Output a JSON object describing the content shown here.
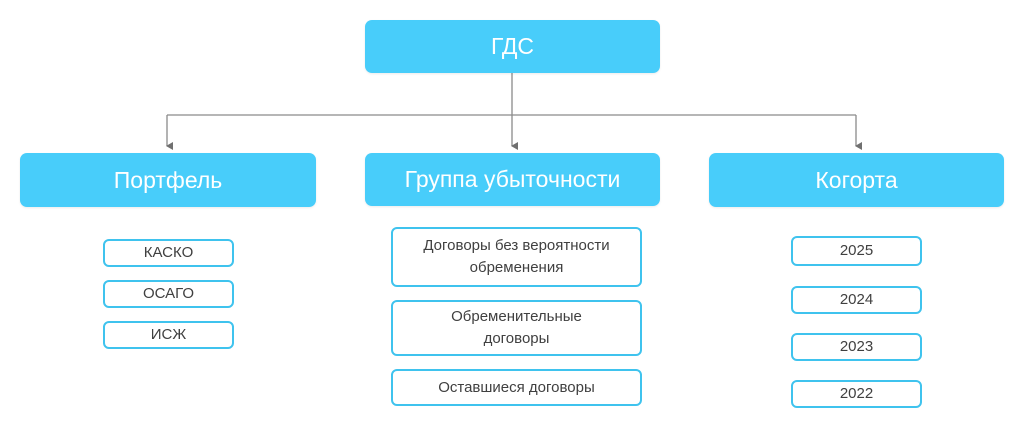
{
  "root": {
    "label": "ГДС"
  },
  "branches": [
    {
      "label": "Портфель",
      "items": [
        "КАСКО",
        "ОСАГО",
        "ИСЖ"
      ]
    },
    {
      "label": "Группа убыточности",
      "items": [
        "Договоры без вероятности обременения",
        "Обременительные договоры",
        "Оставшиеся договоры"
      ]
    },
    {
      "label": "Когорта",
      "items": [
        "2025",
        "2024",
        "2023",
        "2022"
      ]
    }
  ],
  "colors": {
    "node": "#48cdfa",
    "leaf_border": "#3fc3ee",
    "connector": "#808080"
  }
}
